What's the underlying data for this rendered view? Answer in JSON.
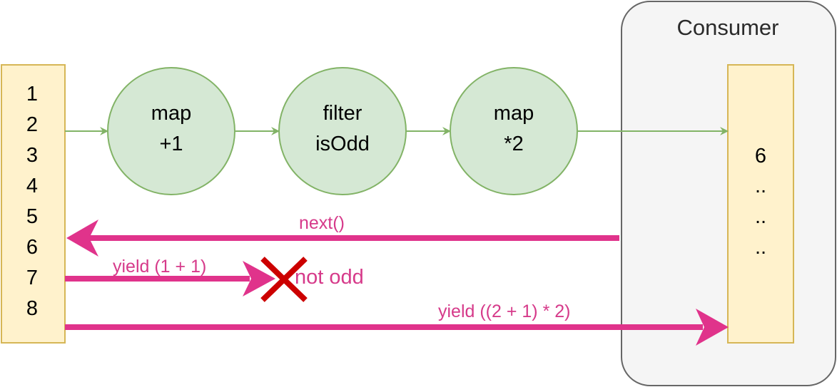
{
  "source": {
    "values": [
      "1",
      "2",
      "3",
      "4",
      "5",
      "6",
      "7",
      "8"
    ]
  },
  "operators": [
    {
      "line1": "map",
      "line2": "+1"
    },
    {
      "line1": "filter",
      "line2": "isOdd"
    },
    {
      "line1": "map",
      "line2": "*2"
    }
  ],
  "consumer": {
    "title": "Consumer",
    "values": [
      "6",
      "..",
      "..",
      ".."
    ]
  },
  "arrows": {
    "next_label": "next()",
    "yield_first_label": "yield (1 + 1)",
    "rejected_label": "not odd",
    "yield_second_label": "yield ((2 + 1) * 2)"
  },
  "colors": {
    "source_fill": "#fff2cc",
    "source_stroke": "#d6b656",
    "operator_fill": "#d5e8d4",
    "operator_stroke": "#82b366",
    "consumer_fill": "#f5f5f5",
    "consumer_stroke": "#666666",
    "pink": "#e0338b",
    "cross": "#cc0000"
  }
}
